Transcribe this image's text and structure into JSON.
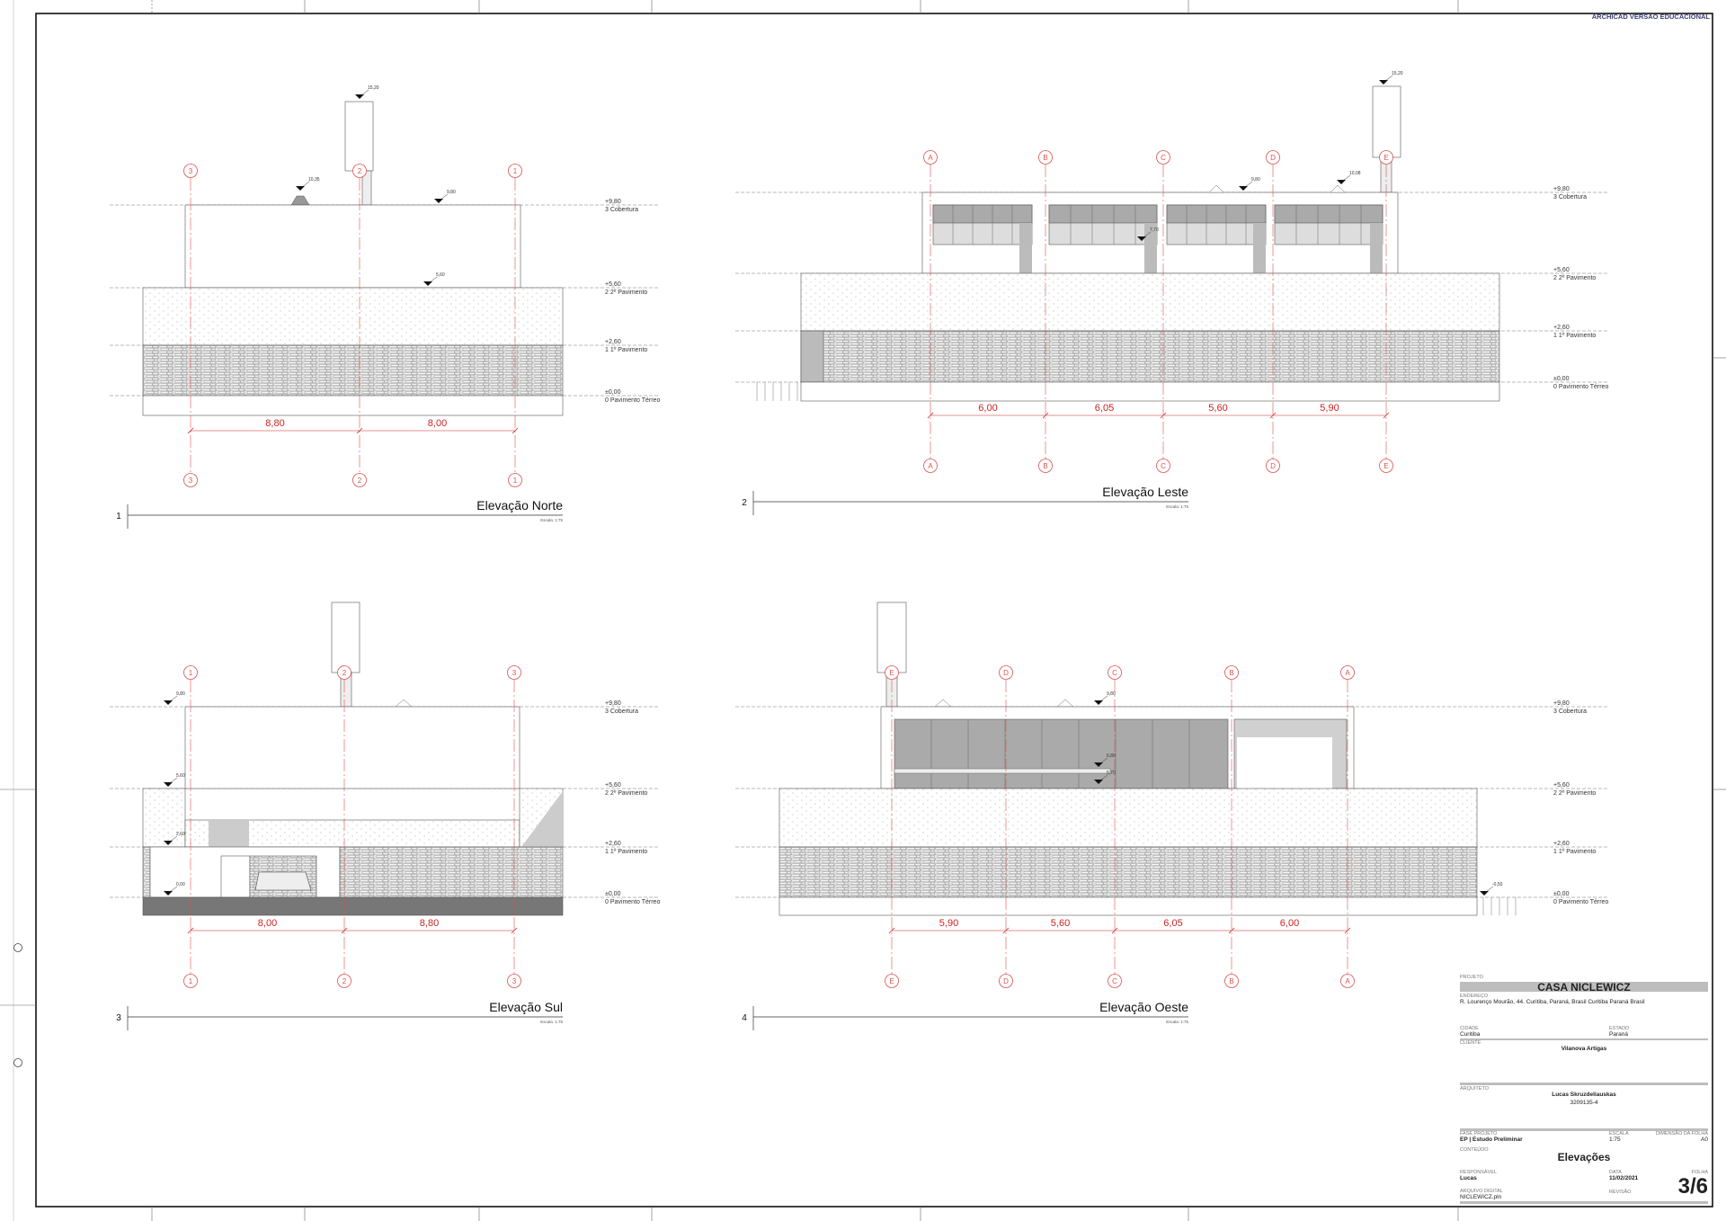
{
  "watermark": "ARCHICAD VERSAO EDUCACIONAL",
  "levels": [
    {
      "elev": "+9,80",
      "name": "3 Cobertura"
    },
    {
      "elev": "+5,60",
      "name": "2 2º Pavimento"
    },
    {
      "elev": "+2,60",
      "name": "1 1º Pavimento"
    },
    {
      "elev": "±0,00",
      "name": "0 Pavimento Térreo"
    }
  ],
  "elevations": [
    {
      "number": "1",
      "title": "Elevação Norte",
      "scale": "Escala: 1:75",
      "grids": [
        "3",
        "2",
        "1"
      ],
      "dimensions": [
        "8,80",
        "8,00"
      ],
      "markers": [
        "15,20",
        "10,35",
        "9,80",
        "5,60"
      ]
    },
    {
      "number": "2",
      "title": "Elevação Leste",
      "scale": "Escala: 1:75",
      "grids": [
        "A",
        "B",
        "C",
        "D",
        "E"
      ],
      "dimensions": [
        "6,00",
        "6,05",
        "5,60",
        "5,90"
      ],
      "markers": [
        "15,20",
        "9,80",
        "10,08",
        "7,70"
      ]
    },
    {
      "number": "3",
      "title": "Elevação Sul",
      "scale": "Escala: 1:75",
      "grids": [
        "1",
        "2",
        "3"
      ],
      "dimensions": [
        "8,00",
        "8,80"
      ],
      "markers": [
        "9,80",
        "5,60",
        "2,60",
        "0,00"
      ]
    },
    {
      "number": "4",
      "title": "Elevação Oeste",
      "scale": "Escala: 1:75",
      "grids": [
        "E",
        "D",
        "C",
        "B",
        "A"
      ],
      "dimensions": [
        "5,90",
        "5,60",
        "6,05",
        "6,00"
      ],
      "markers": [
        "9,80",
        "6,80",
        "5,70",
        "-0,50"
      ]
    }
  ],
  "colors": {
    "grid": "#d9534f",
    "dimension": "#cc2222",
    "frame": "#111111"
  },
  "title_block": {
    "project_label": "PROJETO",
    "project": "CASA NICLEWICZ",
    "address_label": "ENDEREÇO",
    "address": "R. Lourenço Mourão, 44. Curitiba, Paraná, Brasil Curitiba Paraná Brasil",
    "city_label": "CIDADE",
    "city": "Curitiba",
    "state_label": "ESTADO",
    "state": "Paraná",
    "client_label": "CLIENTE",
    "client": "Vilanova Artigas",
    "architect_label": "ARQUITETO",
    "architect": "Lucas  Skruzdeliauskas",
    "architect_id": "3209135-4",
    "phase_label": "FASE PROJETO",
    "phase": "EP | Estudo Preliminar",
    "scale_label": "ESCALA",
    "scale": "1:75",
    "sheet_size_label": "DIMENSÃO DA FOLHA",
    "sheet_size": "A0",
    "content_label": "CONTEÚDO",
    "content": "Elevações",
    "responsible_label": "RESPONSÁVEL",
    "responsible": "Lucas",
    "date_label": "DATA",
    "date": "11/02/2021",
    "sheet_label": "FOLHA",
    "sheet": "3/6",
    "file_label": "ARQUIVO DIGITAL",
    "file": "NICLEWICZ.pln",
    "revision_label": "REVISÃO"
  }
}
